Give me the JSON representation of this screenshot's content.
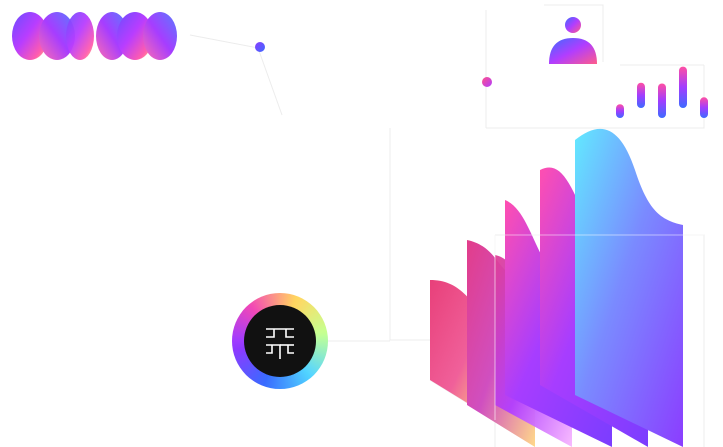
{
  "palette": {
    "magenta": "#e8407a",
    "violet": "#8b3dff",
    "purple": "#b13dff",
    "cyan": "#5fe6ff",
    "yellow": "#ffe07a",
    "blue": "#3d6bff",
    "line": "#e6e6e6"
  },
  "icons": {
    "pill_cluster": "pill-cluster-icon",
    "user": "user-avatar-icon",
    "bar_sparkline": "bar-sparkline-icon",
    "logo": "logo-badge-icon",
    "waves": "wave-layers-icon"
  },
  "sparkline_levels": [
    0.3,
    0.55,
    0.75,
    0.9,
    0.45
  ]
}
